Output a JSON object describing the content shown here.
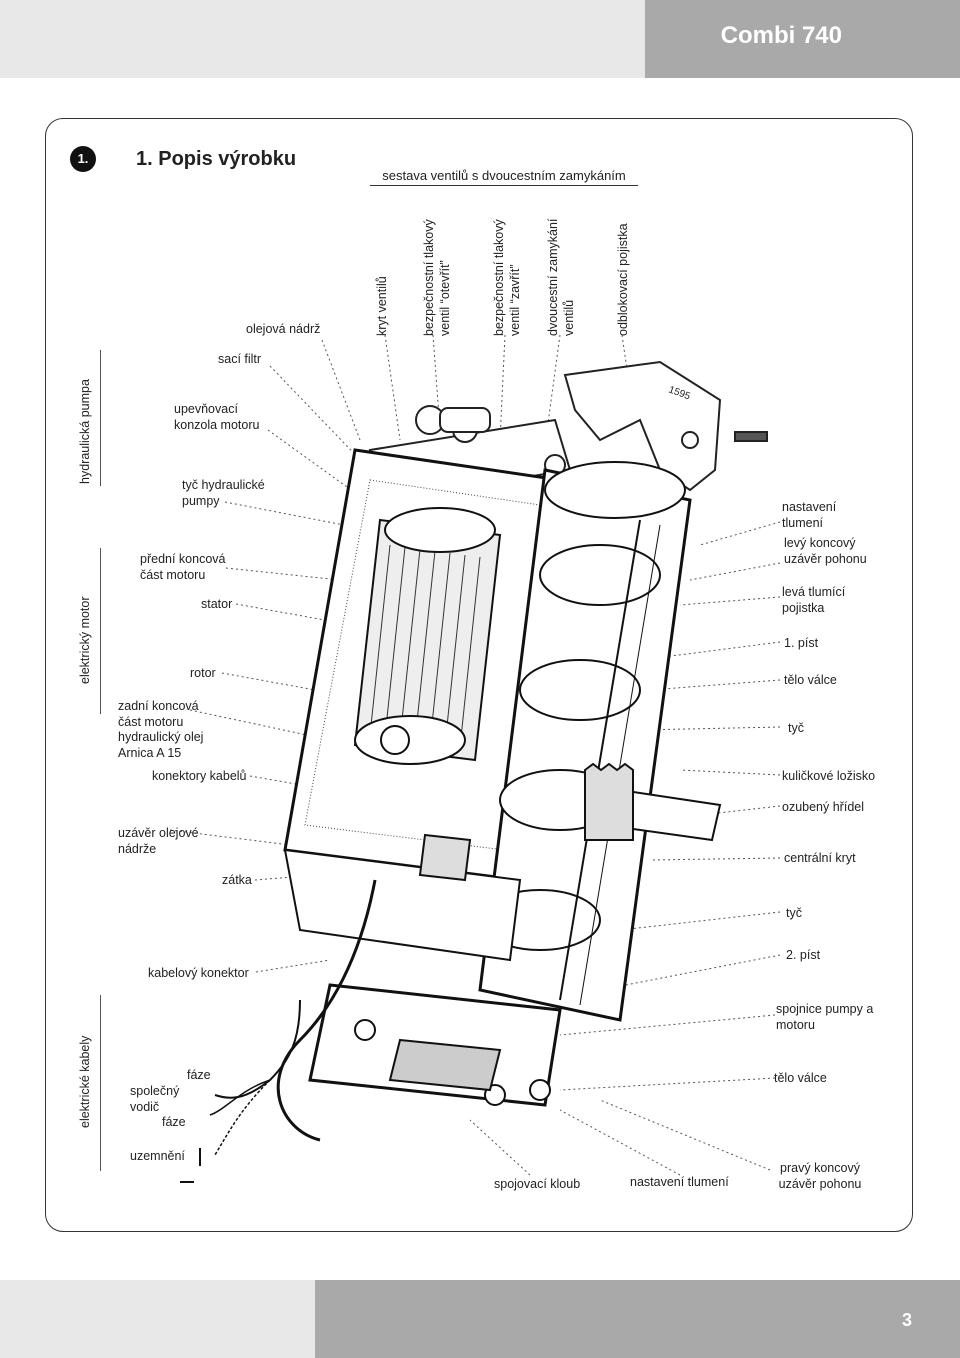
{
  "header": {
    "title": "Combi 740"
  },
  "footer": {
    "page_number": "3"
  },
  "section": {
    "badge": "1.",
    "title": "1. Popis výrobku"
  },
  "sub_header": "sestava ventilů s dvoucestním zamykáním",
  "categories": [
    "hydraulická pumpa",
    "elektrický motor",
    "elektrické kabely"
  ],
  "diagram": {
    "part_number": "1595"
  },
  "top_labels": [
    "kryt ventilů",
    "bezpečnostní tlakový ventil “otevřít”",
    "bezpečnostní tlakový ventil “zavřít”",
    "dvoucestní zamykání ventilů",
    "odblokovací pojistka"
  ],
  "left_labels": [
    "olejová nádrž",
    "sací filtr",
    "upevňovací konzola motoru",
    "tyč hydraulické pumpy",
    "přední koncová část motoru",
    "stator",
    "rotor",
    "zadní koncová část motoru hydraulický olej Arnica A 15",
    "konektory kabelů",
    "uzávěr olejové nádrže",
    "zátka",
    "kabelový konektor",
    "fáze",
    "společný vodič",
    "fáze",
    "uzemnění"
  ],
  "right_labels": [
    "nastavení tlumení",
    "levý koncový uzávěr pohonu",
    "levá tlumící pojistka",
    "1. píst",
    "tělo válce",
    "tyč",
    "kuličkové ložisko",
    "ozubený hřídel",
    "centrální kryt",
    "tyč",
    "2. píst",
    "spojnice pumpy a motoru",
    "tělo válce"
  ],
  "bottom_labels": [
    "spojovací kloub",
    "nastavení tlumení",
    "pravý koncový uzávěr pohonu"
  ]
}
